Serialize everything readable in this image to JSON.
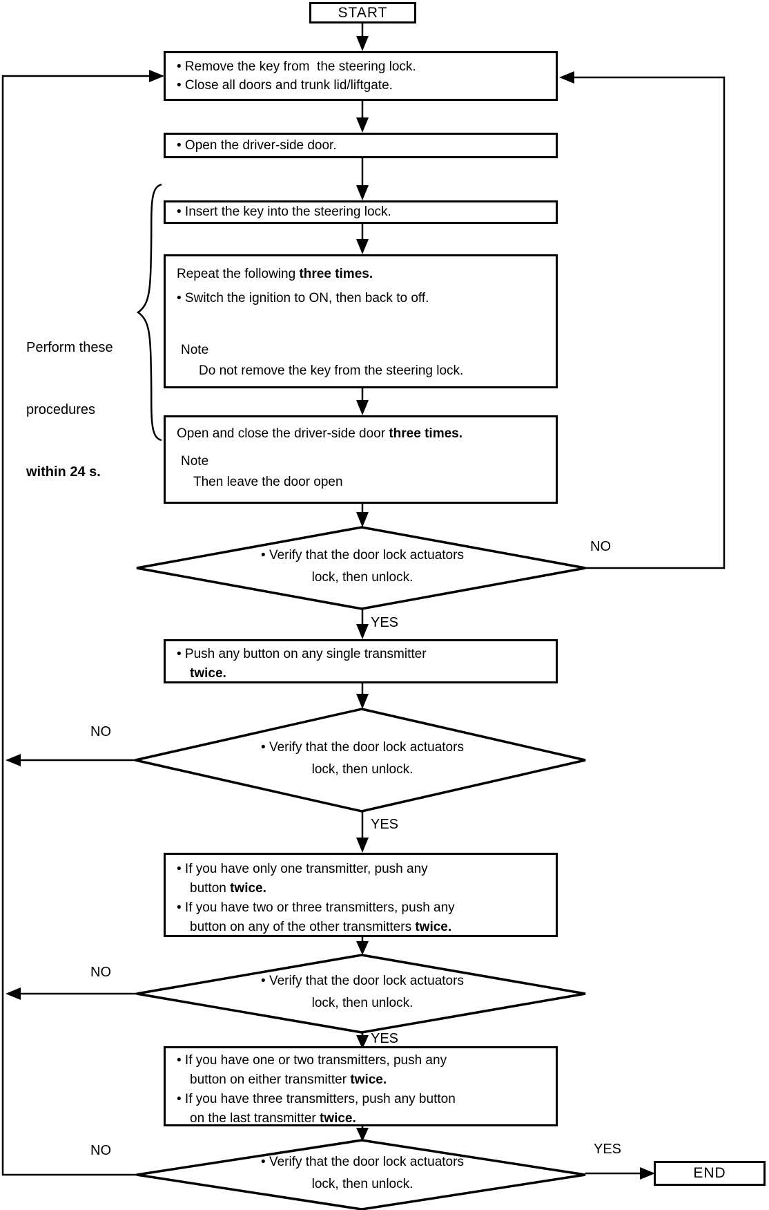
{
  "labels": {
    "start": "START",
    "end": "END",
    "yes": "YES",
    "no": "NO"
  },
  "side_note": {
    "line1": "Perform these",
    "line2": "procedures",
    "line3_bold": "within 24 s."
  },
  "boxes": {
    "box1": {
      "line1": "• Remove the key from  the steering lock.",
      "line2": "• Close all doors and trunk lid/liftgate."
    },
    "box2": {
      "line1": "• Open the driver-side door."
    },
    "box3": {
      "line1": "• Insert the key into the steering lock."
    },
    "box4": {
      "line1": "Repeat the following ",
      "line1_bold": "three times.",
      "line2": "• Switch the ignition to ON, then back to off.",
      "note_label": "Note",
      "note_text": "Do not remove the key from the steering lock."
    },
    "box5": {
      "line1": "Open and close the driver-side door ",
      "line1_bold": "three times.",
      "note_label": "Note",
      "note_text": "Then leave the door open"
    },
    "box6": {
      "line1": "• Push any button on any single transmitter",
      "line2_bold": "twice."
    },
    "box7": {
      "line1": "• If you have only one transmitter, push any",
      "line2": "button ",
      "line2_bold": "twice.",
      "line3": "• If you have two or three transmitters, push any",
      "line4": "button on any of the other transmitters ",
      "line4_bold": "twice."
    },
    "box8": {
      "line1": "• If you have one or two transmitters, push any",
      "line2": "button on either transmitter ",
      "line2_bold": "twice.",
      "line3": "• If you have three transmitters, push any button",
      "line4": "on the last transmitter ",
      "line4_bold": "twice."
    }
  },
  "diamonds": {
    "d1": {
      "line1": "• Verify that the door lock actuators",
      "line2": "lock, then unlock."
    },
    "d2": {
      "line1": "• Verify that the door lock actuators",
      "line2": "lock, then unlock."
    },
    "d3": {
      "line1": "• Verify that the door lock actuators",
      "line2": "lock, then unlock."
    },
    "d4": {
      "line1": "• Verify that the door lock actuators",
      "line2": "lock, then unlock."
    }
  },
  "colors": {
    "stroke": "#000000",
    "background": "#ffffff"
  }
}
